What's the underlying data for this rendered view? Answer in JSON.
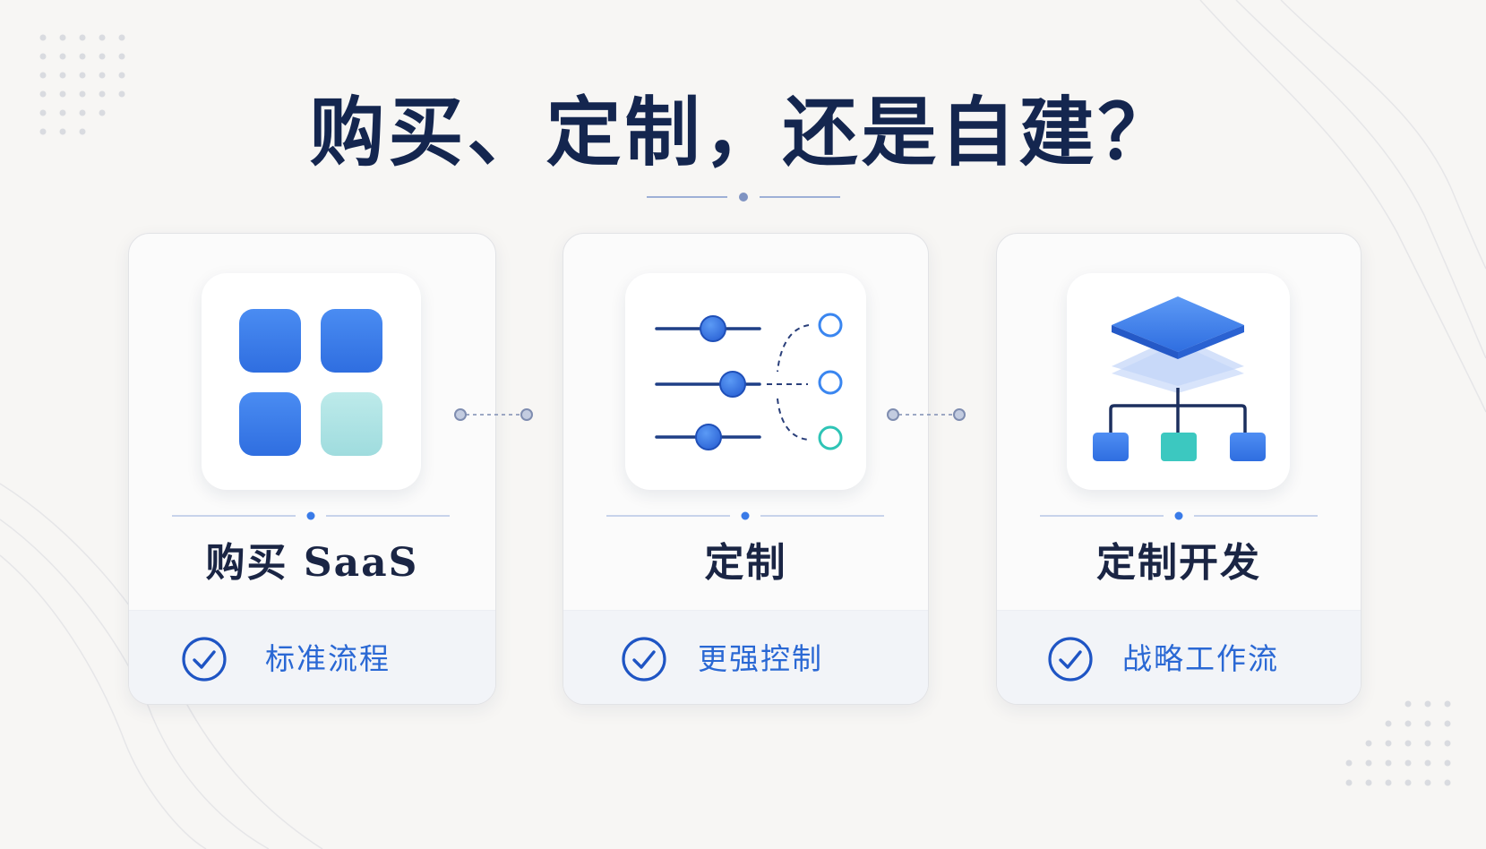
{
  "title": "购买、定制，还是自建？",
  "colors": {
    "background": "#f7f6f4",
    "title": "#14264f",
    "accent_blue": "#3a7be8",
    "light_teal": "#aee3e6",
    "teal": "#3cc8c0",
    "feature_text": "#2a68d4",
    "check_stroke": "#1f55c4"
  },
  "options": [
    {
      "title": "购买 SaaS",
      "feature": "标准流程",
      "icon": "app-grid-icon",
      "check_icon": "check-circle-icon"
    },
    {
      "title": "定制",
      "feature": "更强控制",
      "icon": "sliders-icon",
      "check_icon": "check-circle-icon"
    },
    {
      "title": "定制开发",
      "feature": "战略工作流",
      "icon": "hierarchy-icon",
      "check_icon": "check-circle-icon"
    }
  ]
}
